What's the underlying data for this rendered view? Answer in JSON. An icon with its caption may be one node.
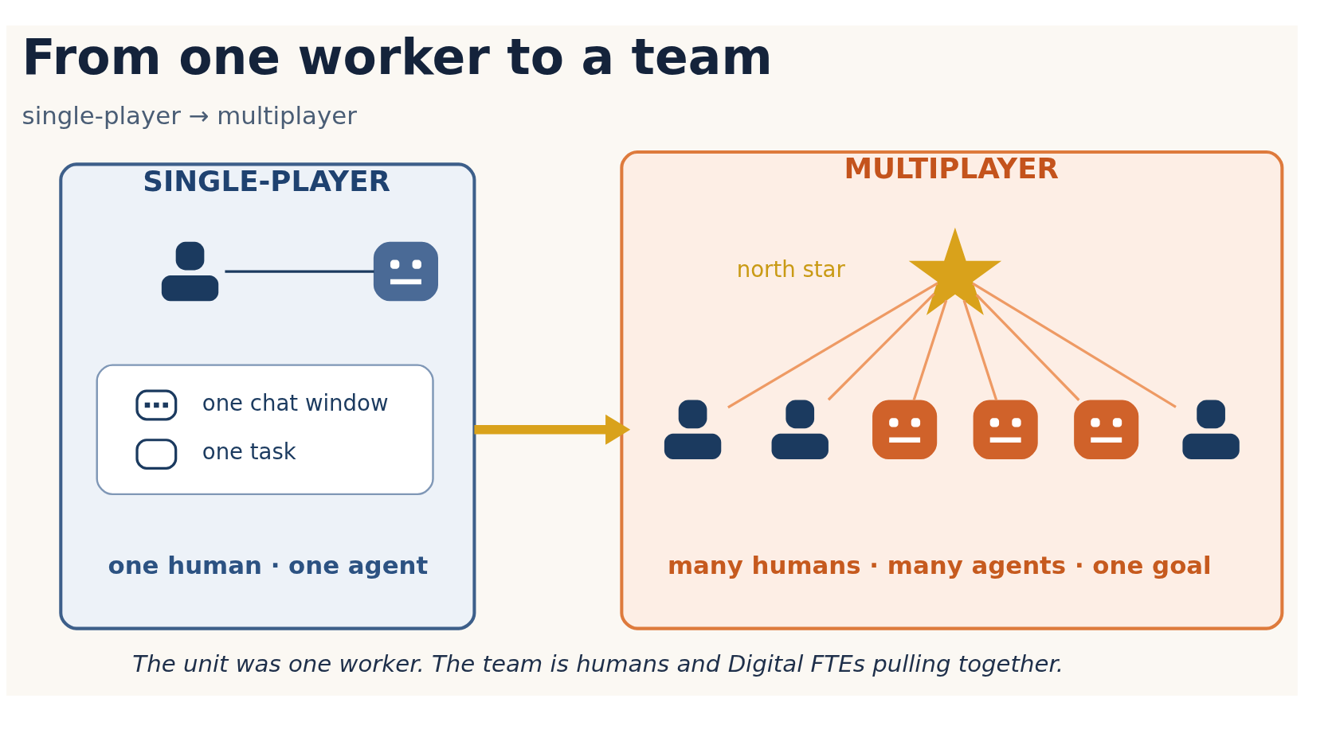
{
  "diagram": {
    "title": "From one worker to a team",
    "caption": "The unit was one worker. The team is humans and Digital FTEs pulling together.",
    "nodes": [
      {
        "text": [
          "SINGLE-PLAYER",
          "one human · one agent"
        ]
      },
      {
        "text": [],
        "shape": "person",
        "in": 0
      },
      {
        "text": [],
        "shape": "picture",
        "in": 0
      },
      {
        "text": [
          "one chat window",
          "one task"
        ],
        "in": 0
      },
      {
        "text": [
          "MULTIPLAYER",
          "many humans · many agents · one goal"
        ]
      },
      {
        "text": [],
        "shape": "star",
        "beside": [
          "north star"
        ],
        "in": 4
      },
      {
        "text": [],
        "shape": "person",
        "in": 4
      },
      {
        "text": [],
        "shape": "person",
        "in": 4
      },
      {
        "text": [],
        "shape": "picture",
        "in": 4
      },
      {
        "text": [],
        "shape": "picture",
        "in": 4
      },
      {
        "text": [],
        "shape": "picture",
        "in": 4
      },
      {
        "text": [],
        "shape": "person",
        "in": 4
      }
    ],
    "edges": [
      {
        "from": 1,
        "to": 2,
        "arrow": "none",
        "color": "#1b3a5f"
      },
      {
        "from": 0,
        "to": 4,
        "arrow": "to",
        "style": "thick",
        "color": "#d9a21b"
      },
      {
        "from": 5,
        "to": 6,
        "arrow": "none"
      },
      {
        "from": 5,
        "to": 7,
        "arrow": "none"
      },
      {
        "from": 5,
        "to": 8,
        "arrow": "none"
      },
      {
        "from": 5,
        "to": 9,
        "arrow": "none"
      },
      {
        "from": 5,
        "to": 10,
        "arrow": "none"
      },
      {
        "from": 5,
        "to": 11,
        "arrow": "none"
      }
    ],
    "labels": [
      "single-player → multiplayer"
    ]
  }
}
